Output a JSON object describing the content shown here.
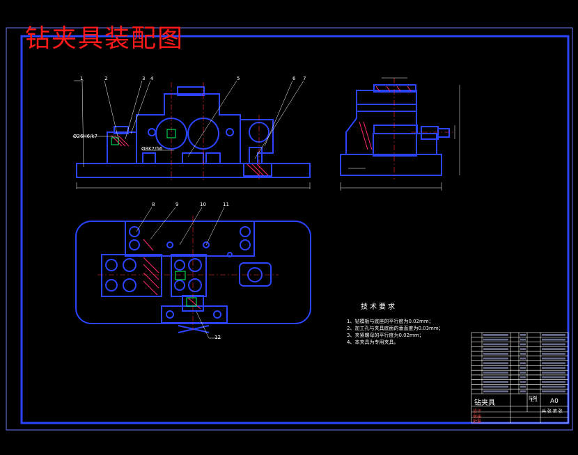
{
  "drawing": {
    "title": "钻夹具装配图",
    "dimensions": {
      "fit_1": "Ø26H6/k7",
      "fit_2": "Ø8K7/h6"
    },
    "callouts": [
      "1",
      "2",
      "3",
      "4",
      "5",
      "6",
      "7",
      "8",
      "9",
      "10",
      "11",
      "12"
    ],
    "technical_requirements": {
      "title": "技术要求",
      "items": [
        "1、钻模板与底座的平行度为0.02mm；",
        "2、加工孔与夹具底面的垂直度为0.03mm；",
        "3、夹紧螺母的平行度为0.02mm；",
        "4、本夹具为专用夹具。"
      ]
    },
    "title_block": {
      "name": "钻夹具",
      "scale_label": "比例",
      "scale": "1:1",
      "sheet_size": "A0",
      "labels": [
        "设计",
        "审核",
        "批准",
        "共 张 第 张"
      ],
      "parts_rows": 13
    },
    "colors": {
      "background": "#000000",
      "frame": "#2a44ff",
      "part_outline": "#2a44ff",
      "hatching": "#ff2a6a",
      "title_text": "#ff1a1a",
      "annotation": "#ffffff",
      "center_line": "#ff3030",
      "fixture_highlight": "#00ff66"
    }
  }
}
